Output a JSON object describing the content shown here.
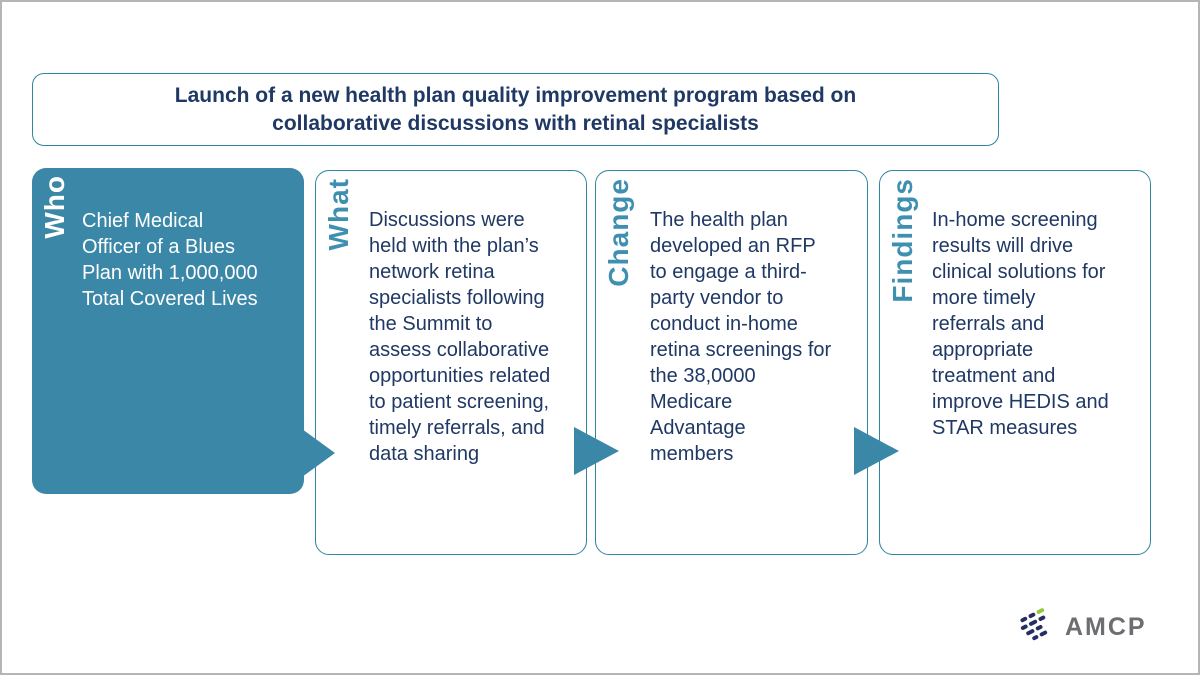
{
  "title": "Launch of a new health plan quality improvement program based on\ncollaborative discussions with retinal specialists",
  "columns": [
    {
      "label": "Who",
      "text": "Chief Medical\nOfficer of a Blues\nPlan with 1,000,000\nTotal Covered Lives"
    },
    {
      "label": "What",
      "text": "Discussions were\nheld with the plan’s\nnetwork retina\nspecialists following\nthe Summit to\nassess collaborative\nopportunities related\nto patient screening,\ntimely referrals, and\ndata sharing"
    },
    {
      "label": "Change",
      "text": "The health plan\ndeveloped an RFP\nto engage a third-\nparty vendor to\nconduct in-home\nretina screenings for\nthe 38,0000\nMedicare\nAdvantage\nmembers"
    },
    {
      "label": "Findings",
      "text": "In-home screening\nresults will drive\nclinical solutions for\nmore timely\nreferrals and\nappropriate\ntreatment and\nimprove HEDIS and\nSTAR measures"
    }
  ],
  "logo": {
    "text": "AMCP"
  },
  "colors": {
    "navy": "#1F3864",
    "teal": "#3A87A8",
    "teal_border": "#2E86A0",
    "label_teal": "#3E8FB0",
    "frame_gray": "#B5B5B5",
    "logo_gray": "#6D6E71",
    "logo_navy": "#252E60",
    "logo_green": "#94C83D"
  }
}
